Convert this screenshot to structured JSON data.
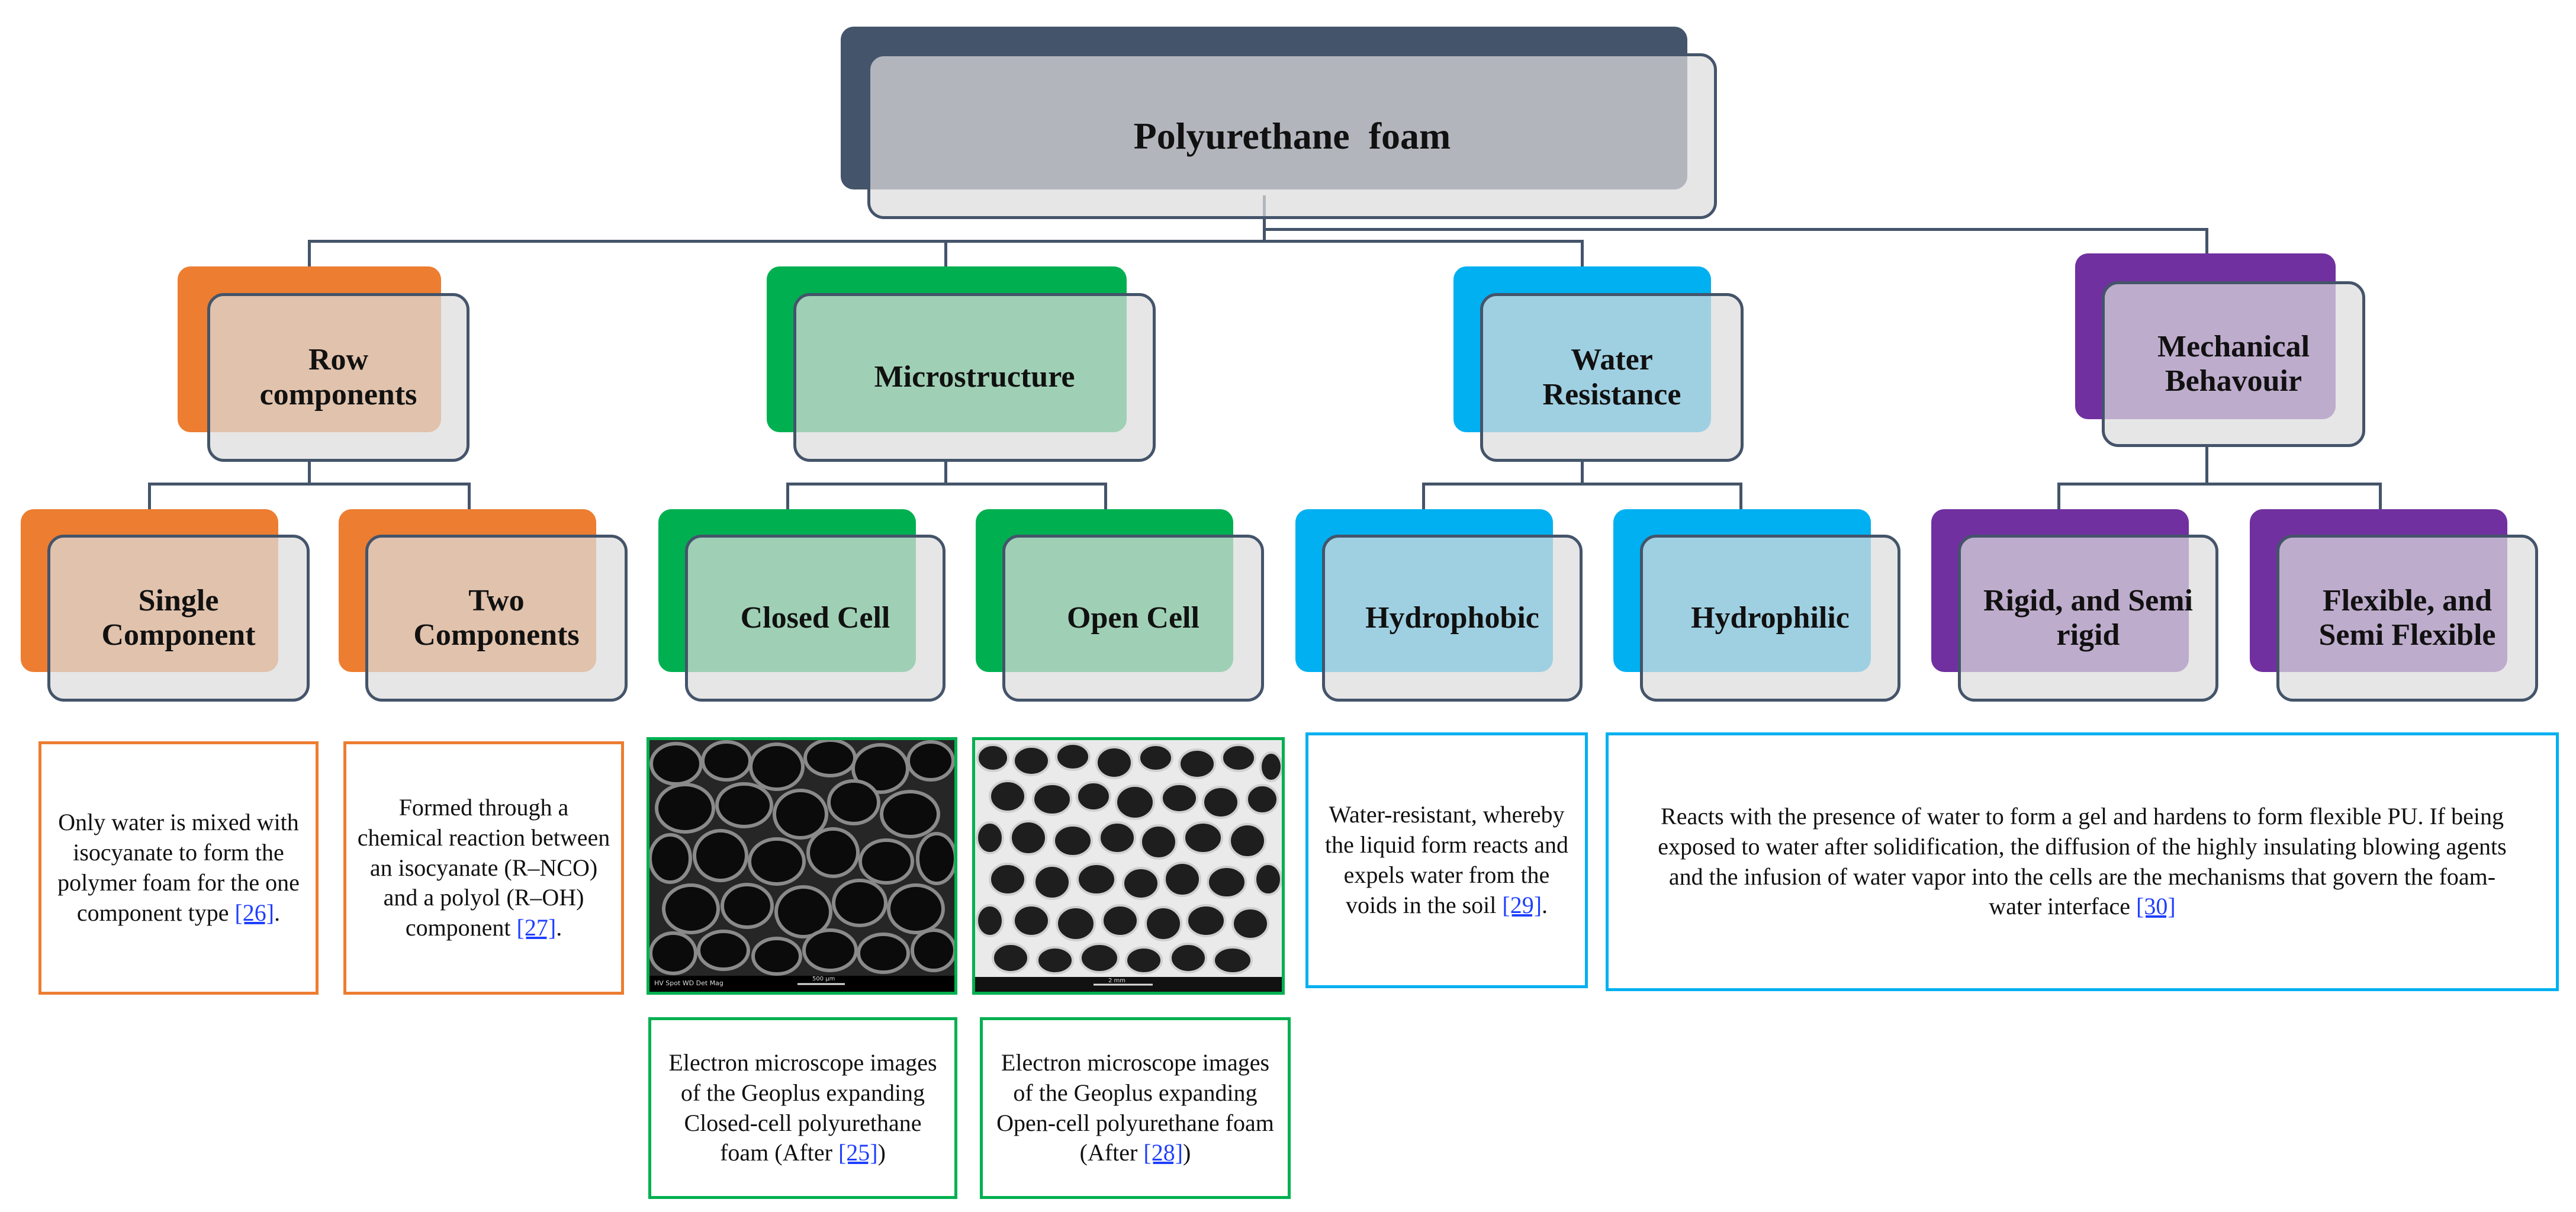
{
  "root": {
    "title": "Polyurethane  foam"
  },
  "colors": {
    "connector": "#44546a",
    "root_back": "#44546a",
    "orange": "#ed7d31",
    "green": "#00b050",
    "blue": "#00b0f0",
    "purple": "#7030a0",
    "reference_link": "#1f3fff"
  },
  "categories": [
    {
      "title": "Row components",
      "line1": "Row",
      "line2": "components",
      "children": [
        {
          "line1": "Single",
          "line2": "Component",
          "description": {
            "text": "Only water is mixed with isocyanate to form the polymer foam for the one component type ",
            "ref": "[26]",
            "after": "."
          }
        },
        {
          "line1": "Two",
          "line2": "Components",
          "description": {
            "text": "Formed through a chemical reaction between an isocyanate (R–NCO) and a polyol (R–OH) component ",
            "ref": "[27]",
            "after": "."
          }
        }
      ]
    },
    {
      "title": "Microstructure",
      "children": [
        {
          "title": "Closed Cell",
          "image_caption": {
            "text": "Electron microscope images of the Geoplus expanding Closed-cell polyurethane foam (After ",
            "ref": "[25]",
            "after": ")"
          }
        },
        {
          "title": "Open Cell",
          "image_caption": {
            "text": "Electron microscope images of the Geoplus expanding Open-cell polyurethane foam (After ",
            "ref": "[28]",
            "after": ")"
          }
        }
      ]
    },
    {
      "title": "Water Resistance",
      "line1": "Water",
      "line2": "Resistance",
      "children": [
        {
          "title": "Hydrophobic",
          "description": {
            "text": "Water-resistant, whereby the liquid form reacts and expels water from the voids in the soil ",
            "ref": "[29]",
            "after": "."
          }
        },
        {
          "title": "Hydrophilic",
          "description": {
            "text": "Reacts with the presence of water to form a gel and hardens to form flexible PU. If being exposed to water after solidification, the diffusion of the highly insulating blowing agents and the infusion of water vapor into the cells are the mechanisms that govern the foam-water interface ",
            "ref": "[30]",
            "after": ""
          }
        }
      ]
    },
    {
      "title": "Mechanical Behavouir",
      "line1": "Mechanical",
      "line2": "Behavouir",
      "children": [
        {
          "line1": "Rigid, and Semi",
          "line2": "rigid"
        },
        {
          "line1": "Flexible, and",
          "line2": "Semi Flexible"
        }
      ]
    }
  ],
  "micrographs": {
    "closed": {
      "scale_bar": "500 µm",
      "footer": "HV  Spot  WD  Det Mag"
    },
    "open": {
      "scale_bar": "2 mm"
    }
  }
}
